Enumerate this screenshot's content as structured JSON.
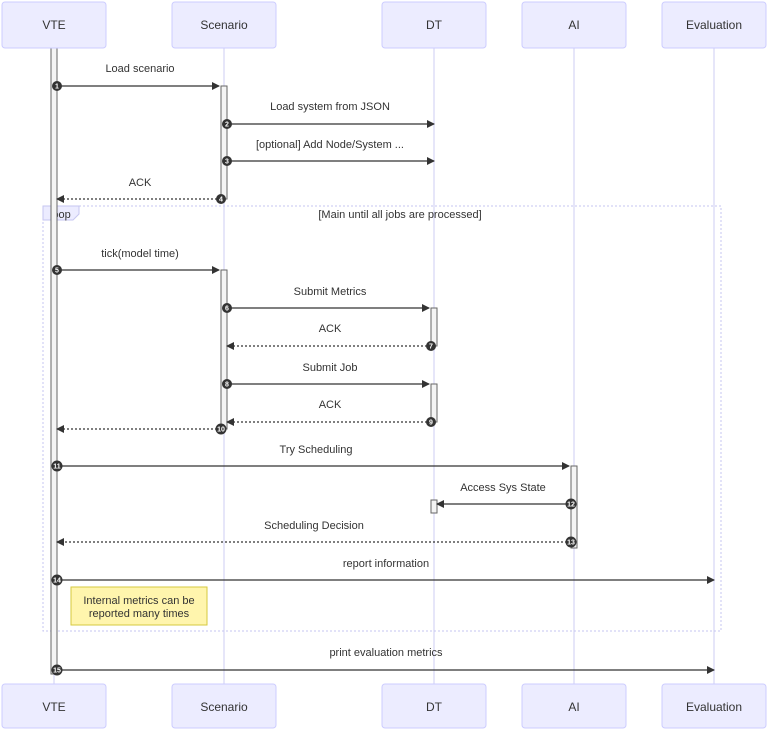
{
  "actors": [
    {
      "id": "vte",
      "label": "VTE"
    },
    {
      "id": "scenario",
      "label": "Scenario"
    },
    {
      "id": "dt",
      "label": "DT"
    },
    {
      "id": "ai",
      "label": "AI"
    },
    {
      "id": "evaluation",
      "label": "Evaluation"
    }
  ],
  "loop": {
    "label": "loop",
    "condition": "[Main until all jobs are processed]"
  },
  "note": {
    "line1": "Internal metrics can be",
    "line2": "reported many times"
  },
  "messages": [
    {
      "seq": "1",
      "label": "Load scenario"
    },
    {
      "seq": "2",
      "label": "Load system from JSON"
    },
    {
      "seq": "3",
      "label": "[optional] Add Node/System ..."
    },
    {
      "seq": "4",
      "label": "ACK"
    },
    {
      "seq": "5",
      "label": "tick(model time)"
    },
    {
      "seq": "6",
      "label": "Submit Metrics"
    },
    {
      "seq": "7",
      "label": "ACK"
    },
    {
      "seq": "8",
      "label": "Submit Job"
    },
    {
      "seq": "9",
      "label": "ACK"
    },
    {
      "seq": "10",
      "label": ""
    },
    {
      "seq": "11",
      "label": "Try Scheduling"
    },
    {
      "seq": "12",
      "label": "Access Sys State"
    },
    {
      "seq": "13",
      "label": "Scheduling Decision"
    },
    {
      "seq": "14",
      "label": "report information"
    },
    {
      "seq": "15",
      "label": "print evaluation metrics"
    }
  ]
}
